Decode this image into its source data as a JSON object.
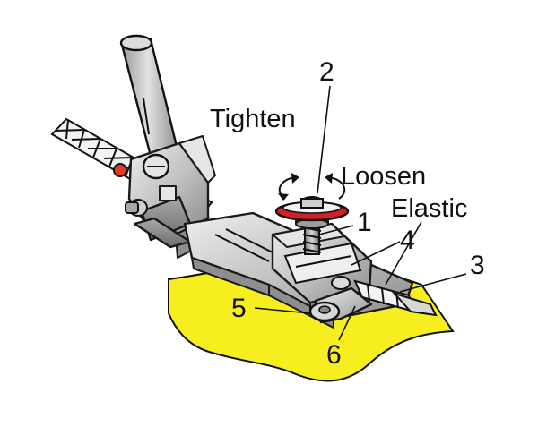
{
  "labels": {
    "tighten": "Tighten",
    "loosen": "Loosen",
    "elastic": "Elastic",
    "n1": "1",
    "n2": "2",
    "n3": "3",
    "n4": "4",
    "n5": "5",
    "n6": "6"
  },
  "colors": {
    "fabric": "#f7ee1f",
    "screw_cap": "#d42020",
    "pin": "#e83a1e",
    "arrow": "#111111",
    "metal": "#c4c4c4",
    "metal_dark": "#8a8a8a"
  },
  "icons": {
    "rotation_arrows": "rotate-arrows-icon"
  }
}
